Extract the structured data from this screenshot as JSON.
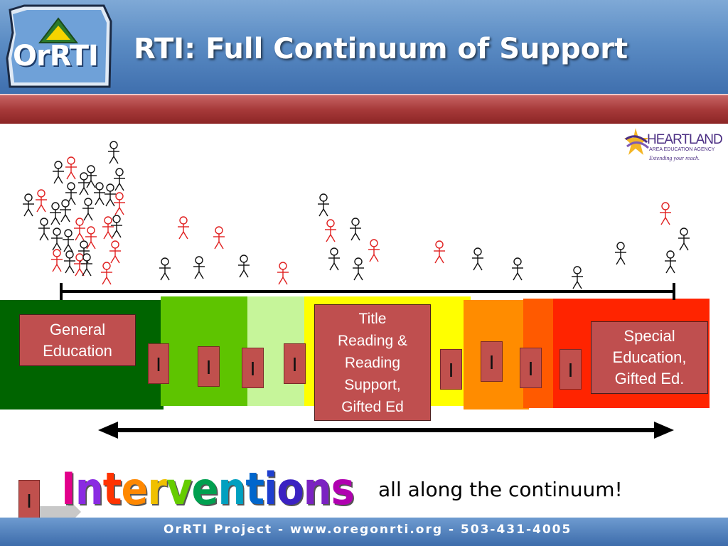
{
  "header": {
    "title": "RTI: Full Continuum of Support",
    "logo_text": "OrRTI"
  },
  "partner_logo": {
    "name": "HEARTLAND",
    "subtitle": "AREA EDUCATION AGENCY",
    "tagline": "Extending your reach."
  },
  "continuum": {
    "general_label": "General Education",
    "title_label_lines": [
      "Title",
      "Reading &",
      "Reading",
      "Support,",
      "Gifted Ed"
    ],
    "special_label_lines": [
      "Special",
      "Education,",
      "Gifted Ed."
    ],
    "intervention_marker": "I",
    "colors": {
      "dark_green": "#006400",
      "green": "#5ec400",
      "light_green": "#c6f59a",
      "yellow": "#ffff00",
      "orange": "#ff8c00",
      "dark_orange": "#ff5a00",
      "red": "#ff2400"
    }
  },
  "bottom": {
    "marker": "I",
    "word": "Interventions",
    "tagline": "all along the continuum!"
  },
  "footer": {
    "text": "OrRTI Project - www.oregonrti.org - 503-431-4005"
  }
}
